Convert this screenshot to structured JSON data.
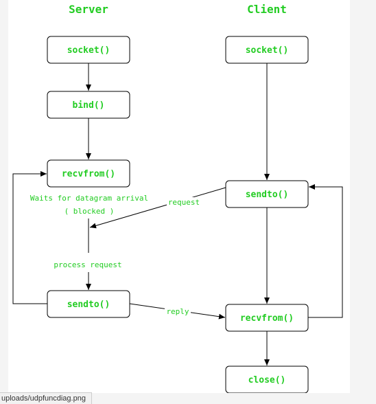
{
  "headers": {
    "server": "Server",
    "client": "Client"
  },
  "server": {
    "socket": "socket()",
    "bind": "bind()",
    "recvfrom": "recvfrom()",
    "sendto": "sendto()"
  },
  "client": {
    "socket": "socket()",
    "sendto": "sendto()",
    "recvfrom": "recvfrom()",
    "close": "close()"
  },
  "notes": {
    "waits_line1": "Waits for datagram arrival",
    "waits_line2": "( blocked )",
    "process": "process request",
    "request": "request",
    "reply": "reply"
  },
  "status_bar": {
    "url": "uploads/udpfuncdiag.png"
  },
  "colors": {
    "label": "#22cc22",
    "stroke": "#000000",
    "background": "#ffffff"
  }
}
